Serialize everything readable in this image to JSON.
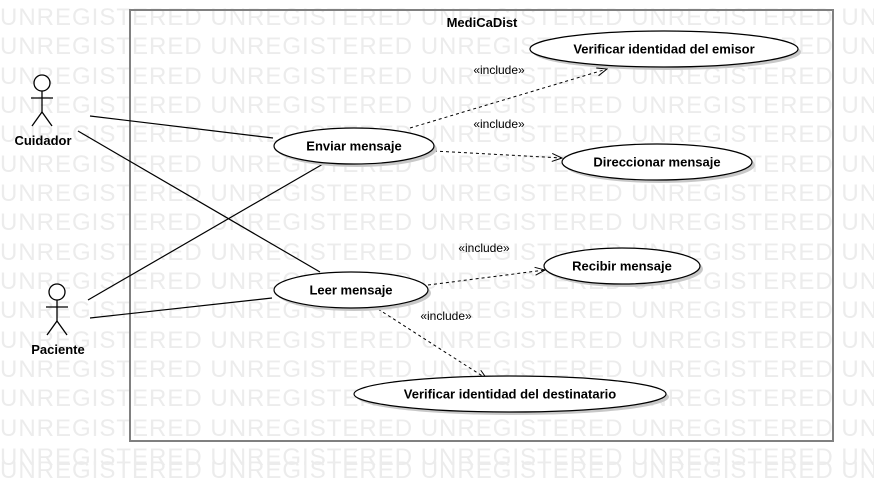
{
  "watermark": {
    "text": "UNREGISTERED UNREGISTERED UNREGISTERED UNREGISTERED UNREGISTERED",
    "color": "#ececec"
  },
  "system": {
    "name": "MediCaDist"
  },
  "actors": [
    {
      "id": "cuidador",
      "name": "Cuidador"
    },
    {
      "id": "paciente",
      "name": "Paciente"
    }
  ],
  "use_cases": [
    {
      "id": "verificar-emisor",
      "name": "Verificar identidad del emisor"
    },
    {
      "id": "enviar",
      "name": "Enviar mensaje"
    },
    {
      "id": "direccionar",
      "name": "Direccionar mensaje"
    },
    {
      "id": "recibir",
      "name": "Recibir mensaje"
    },
    {
      "id": "leer",
      "name": "Leer mensaje"
    },
    {
      "id": "verificar-destinatario",
      "name": "Verificar identidad del destinatario"
    }
  ],
  "associations": [
    {
      "from": "cuidador",
      "to": "enviar"
    },
    {
      "from": "cuidador",
      "to": "leer"
    },
    {
      "from": "paciente",
      "to": "enviar"
    },
    {
      "from": "paciente",
      "to": "leer"
    }
  ],
  "includes": [
    {
      "from": "enviar",
      "to": "verificar-emisor",
      "label": "«include»"
    },
    {
      "from": "enviar",
      "to": "direccionar",
      "label": "«include»"
    },
    {
      "from": "leer",
      "to": "recibir",
      "label": "«include»"
    },
    {
      "from": "leer",
      "to": "verificar-destinatario",
      "label": "«include»"
    }
  ],
  "colors": {
    "line": "#000000",
    "frame": "#808080",
    "fill": "#ffffff"
  }
}
